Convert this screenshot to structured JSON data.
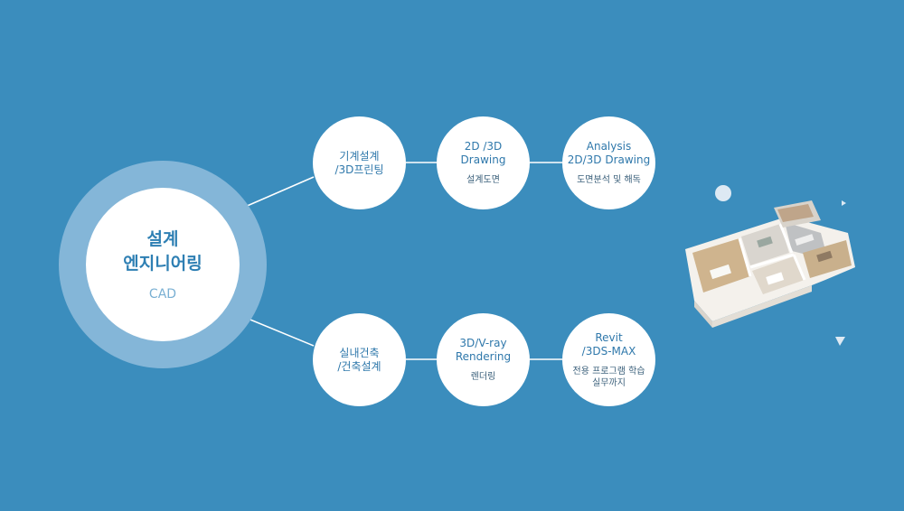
{
  "hub": {
    "title_line1": "설계",
    "title_line2": "엔지니어링",
    "subtitle": "CAD"
  },
  "branches": [
    {
      "nodes": [
        {
          "title": "기계설계\n/3D프린팅",
          "subtitle": ""
        },
        {
          "title": "2D /3D\nDrawing",
          "subtitle": "설계도면"
        },
        {
          "title": "Analysis\n2D/3D Drawing",
          "subtitle": "도면분석 및 해독"
        }
      ]
    },
    {
      "nodes": [
        {
          "title": "실내건축\n/건축설계",
          "subtitle": ""
        },
        {
          "title": "3D/V-ray\nRendering",
          "subtitle": "렌더링"
        },
        {
          "title": "Revit\n/3DS-MAX",
          "subtitle": "전용 프로그램 학습\n실무까지"
        }
      ]
    }
  ],
  "colors": {
    "background": "#3b8dbd",
    "halo": "#84b6d8",
    "accent_text": "#2f78ab",
    "connector": "#ffffff"
  }
}
